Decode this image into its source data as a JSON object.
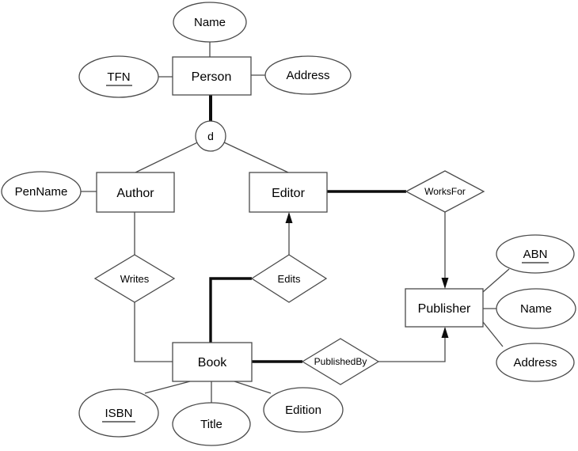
{
  "diagram": {
    "kind": "eer-diagram",
    "colors": {
      "background": "#ffffff",
      "line": "#4a4a4a",
      "bold_line": "#0d0d0d",
      "text": "#000000",
      "shape_fill": "#ffffff"
    },
    "entities": [
      {
        "label": "Person"
      },
      {
        "label": "Author"
      },
      {
        "label": "Editor"
      },
      {
        "label": "Book"
      },
      {
        "label": "Publisher"
      }
    ],
    "attributes": [
      {
        "label": "Name",
        "of": "Person",
        "key": false
      },
      {
        "label": "TFN",
        "of": "Person",
        "key": true
      },
      {
        "label": "Address",
        "of": "Person",
        "key": false
      },
      {
        "label": "PenName",
        "of": "Author",
        "key": false
      },
      {
        "label": "ABN",
        "of": "Publisher",
        "key": true
      },
      {
        "label": "Name",
        "of": "Publisher",
        "key": false
      },
      {
        "label": "Address",
        "of": "Publisher",
        "key": false
      },
      {
        "label": "ISBN",
        "of": "Book",
        "key": true
      },
      {
        "label": "Title",
        "of": "Book",
        "key": false
      },
      {
        "label": "Edition",
        "of": "Book",
        "key": false
      }
    ],
    "relationships": [
      {
        "label": "Writes",
        "between": [
          "Author",
          "Book"
        ]
      },
      {
        "label": "Edits",
        "between": [
          "Editor",
          "Book"
        ],
        "arrow_to": "Editor"
      },
      {
        "label": "WorksFor",
        "between": [
          "Editor",
          "Publisher"
        ],
        "arrow_to": "Publisher"
      },
      {
        "label": "PublishedBy",
        "between": [
          "Book",
          "Publisher"
        ],
        "arrow_to": "Publisher"
      }
    ],
    "specialization": {
      "label": "d",
      "superclass": "Person",
      "subclasses": [
        "Author",
        "Editor"
      ]
    }
  }
}
